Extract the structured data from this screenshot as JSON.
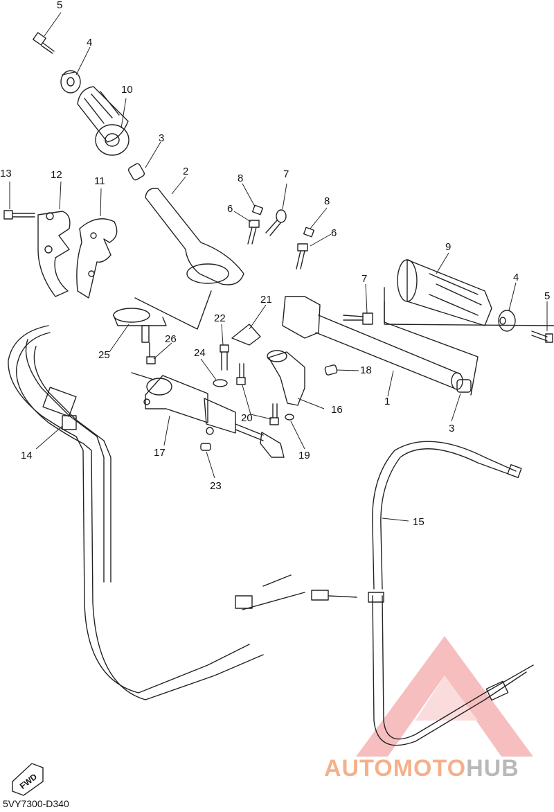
{
  "callouts": [
    {
      "num": "1"
    },
    {
      "num": "2"
    },
    {
      "num": "3"
    },
    {
      "num": "3"
    },
    {
      "num": "4"
    },
    {
      "num": "4"
    },
    {
      "num": "5"
    },
    {
      "num": "5"
    },
    {
      "num": "6"
    },
    {
      "num": "6"
    },
    {
      "num": "7"
    },
    {
      "num": "7"
    },
    {
      "num": "8"
    },
    {
      "num": "8"
    },
    {
      "num": "9"
    },
    {
      "num": "10"
    },
    {
      "num": "11"
    },
    {
      "num": "12"
    },
    {
      "num": "13"
    },
    {
      "num": "14"
    },
    {
      "num": "15"
    },
    {
      "num": "16"
    },
    {
      "num": "17"
    },
    {
      "num": "18"
    },
    {
      "num": "19"
    },
    {
      "num": "20"
    },
    {
      "num": "21"
    },
    {
      "num": "22"
    },
    {
      "num": "23"
    },
    {
      "num": "24"
    },
    {
      "num": "25"
    },
    {
      "num": "26"
    }
  ],
  "diagram_code": "5VY7300-D340",
  "fwd_label": "FWD",
  "watermark": {
    "part1": "AUTOMOTO",
    "part2": "HUB"
  },
  "colors": {
    "ink": "#222222",
    "watermark_red": "#f08a8a",
    "watermark_orange": "#f5b08a",
    "watermark_gray": "#b9b9b9"
  }
}
